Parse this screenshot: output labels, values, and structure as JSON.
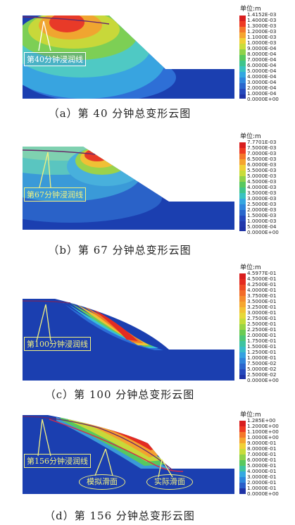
{
  "unit_label": "单位:m",
  "panels": [
    {
      "caption": "（a）第 40 分钟总变形云图",
      "callout": "第40分钟浸润线",
      "colorbar": [
        "1.4152E-03",
        "1.4000E-03",
        "1.3000E-03",
        "1.2000E-03",
        "1.1000E-03",
        "1.0000E-03",
        "9.0000E-04",
        "8.0000E-04",
        "7.0000E-04",
        "6.0000E-04",
        "5.0000E-04",
        "4.0000E-04",
        "3.0000E-04",
        "2.0000E-04",
        "1.0000E-04",
        "0.0000E+00"
      ]
    },
    {
      "caption": "（b）第 67 分钟总变形云图",
      "callout": "第67分钟浸润线",
      "colorbar": [
        "7.7701E-03",
        "7.5000E-03",
        "7.0000E-03",
        "6.5000E-03",
        "6.0000E-03",
        "5.5000E-03",
        "5.0000E-03",
        "4.5000E-03",
        "4.0000E-03",
        "3.5000E-03",
        "3.0000E-03",
        "2.5000E-03",
        "2.0000E-03",
        "1.5000E-03",
        "1.0000E-03",
        "5.0000E-04",
        "0.0000E+00"
      ]
    },
    {
      "caption": "（c）第 100 分钟总变形云图",
      "callout": "第100分钟浸润线",
      "colorbar": [
        "4.5977E-01",
        "4.5000E-01",
        "4.2500E-01",
        "4.0000E-01",
        "3.7500E-01",
        "3.5000E-01",
        "3.2500E-01",
        "3.0000E-01",
        "2.7500E-01",
        "2.5000E-01",
        "2.2500E-01",
        "2.0000E-01",
        "1.7500E-01",
        "1.5000E-01",
        "1.2500E-01",
        "1.0000E-01",
        "7.5000E-02",
        "5.0000E-02",
        "2.5000E-02",
        "0.0000E+00"
      ]
    },
    {
      "caption": "（d）第 156 分钟总变形云图",
      "callout": "第156分钟浸润线",
      "label_sim": "模拟滑面",
      "label_actual": "实际滑面",
      "colorbar": [
        "1.285E+00",
        "1.2000E+00",
        "1.1000E+00",
        "1.0000E+00",
        "9.0000E-01",
        "8.0000E-01",
        "7.0000E-01",
        "6.0000E-01",
        "5.0000E-01",
        "4.0000E-01",
        "3.0000E-01",
        "2.0000E-01",
        "1.0000E-01",
        "0.0000E+00"
      ]
    }
  ]
}
